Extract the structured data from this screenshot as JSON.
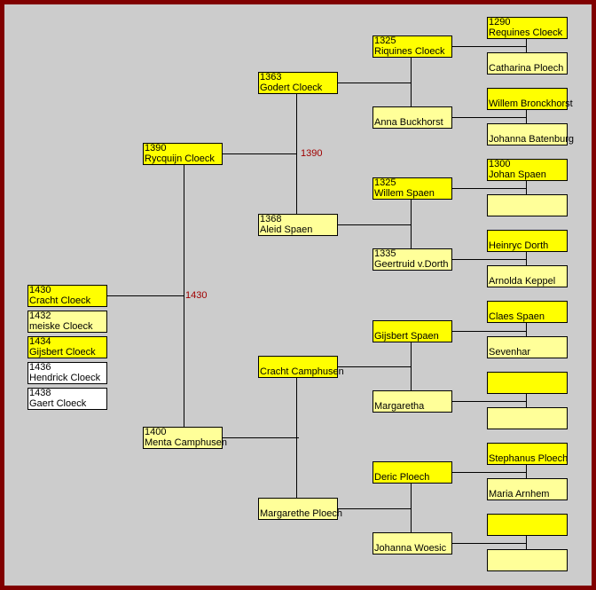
{
  "colors": {
    "male": "#ffff00",
    "female": "#ffff99",
    "unknown": "#ffffff",
    "frame": "#800000",
    "year_label": "#a00000"
  },
  "marriage_labels": {
    "parents": "1390",
    "grandparents": "1430"
  },
  "children": [
    {
      "year": "1430",
      "name": "Cracht Cloeck",
      "fill": "male"
    },
    {
      "year": "1432",
      "name": "meiske Cloeck",
      "fill": "female"
    },
    {
      "year": "1434",
      "name": "Gijsbert Cloeck",
      "fill": "male"
    },
    {
      "year": "1436",
      "name": "Hendrick Cloeck",
      "fill": "unknown"
    },
    {
      "year": "1438",
      "name": "Gaert Cloeck",
      "fill": "unknown"
    }
  ],
  "generations": [
    [
      {
        "year": "1390",
        "name": "Rycquijn Cloeck",
        "fill": "male"
      },
      {
        "year": "1400",
        "name": "Menta Camphusen",
        "fill": "female"
      }
    ],
    [
      {
        "year": "1363",
        "name": "Godert Cloeck",
        "fill": "male"
      },
      {
        "year": "1368",
        "name": "Aleid Spaen",
        "fill": "female"
      },
      {
        "year": "",
        "name": "Cracht Camphusen",
        "fill": "male"
      },
      {
        "year": "",
        "name": "Margarethe Ploech",
        "fill": "female"
      }
    ],
    [
      {
        "year": "1325",
        "name": "Riquines Cloeck",
        "fill": "male"
      },
      {
        "year": "",
        "name": "Anna Buckhorst",
        "fill": "female"
      },
      {
        "year": "1325",
        "name": "Willem Spaen",
        "fill": "male"
      },
      {
        "year": "1335",
        "name": "Geertruid v.Dorth",
        "fill": "female"
      },
      {
        "year": "",
        "name": "Gijsbert Spaen",
        "fill": "male"
      },
      {
        "year": "",
        "name": "Margaretha",
        "fill": "female"
      },
      {
        "year": "",
        "name": "Deric Ploech",
        "fill": "male"
      },
      {
        "year": "",
        "name": "Johanna Woesic",
        "fill": "female"
      }
    ],
    [
      {
        "year": "1290",
        "name": "Requines Cloeck",
        "fill": "male"
      },
      {
        "year": "",
        "name": "Catharina Ploech",
        "fill": "female"
      },
      {
        "year": "",
        "name": "Willem Bronckhorst",
        "fill": "male"
      },
      {
        "year": "",
        "name": "Johanna Batenburg",
        "fill": "female"
      },
      {
        "year": "1300",
        "name": "Johan Spaen",
        "fill": "male"
      },
      {
        "year": "",
        "name": "",
        "fill": "female"
      },
      {
        "year": "",
        "name": "Heinryc Dorth",
        "fill": "male"
      },
      {
        "year": "",
        "name": "Arnolda Keppel",
        "fill": "female"
      },
      {
        "year": "",
        "name": "Claes Spaen",
        "fill": "male"
      },
      {
        "year": "",
        "name": "Sevenhar",
        "fill": "female"
      },
      {
        "year": "",
        "name": "",
        "fill": "male"
      },
      {
        "year": "",
        "name": "",
        "fill": "female"
      },
      {
        "year": "",
        "name": "Stephanus Ploech",
        "fill": "male"
      },
      {
        "year": "",
        "name": "Maria Arnhem",
        "fill": "female"
      },
      {
        "year": "",
        "name": "",
        "fill": "male"
      },
      {
        "year": "",
        "name": "",
        "fill": "female"
      }
    ]
  ]
}
